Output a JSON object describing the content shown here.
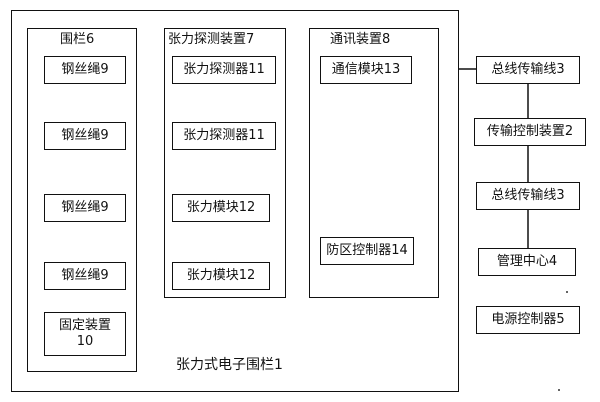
{
  "outer": {
    "title": "张力式电子围栏1"
  },
  "fence": {
    "title": "围栏6",
    "wires": [
      "钢丝绳9",
      "钢丝绳9",
      "钢丝绳9",
      "钢丝绳9"
    ],
    "fixture_line1": "固定装置",
    "fixture_line2": "10"
  },
  "tension": {
    "title": "张力探测装置7",
    "items": [
      "张力探测器11",
      "张力探测器11",
      "张力模块12",
      "张力模块12"
    ]
  },
  "comm": {
    "title": "通讯装置8",
    "module": "通信模块13",
    "zone_controller": "防区控制器14"
  },
  "right": {
    "bus1": "总线传输线3",
    "transfer_controller": "传输控制装置2",
    "bus2": "总线传输线3",
    "management": "管理中心4",
    "power": "电源控制器5"
  }
}
